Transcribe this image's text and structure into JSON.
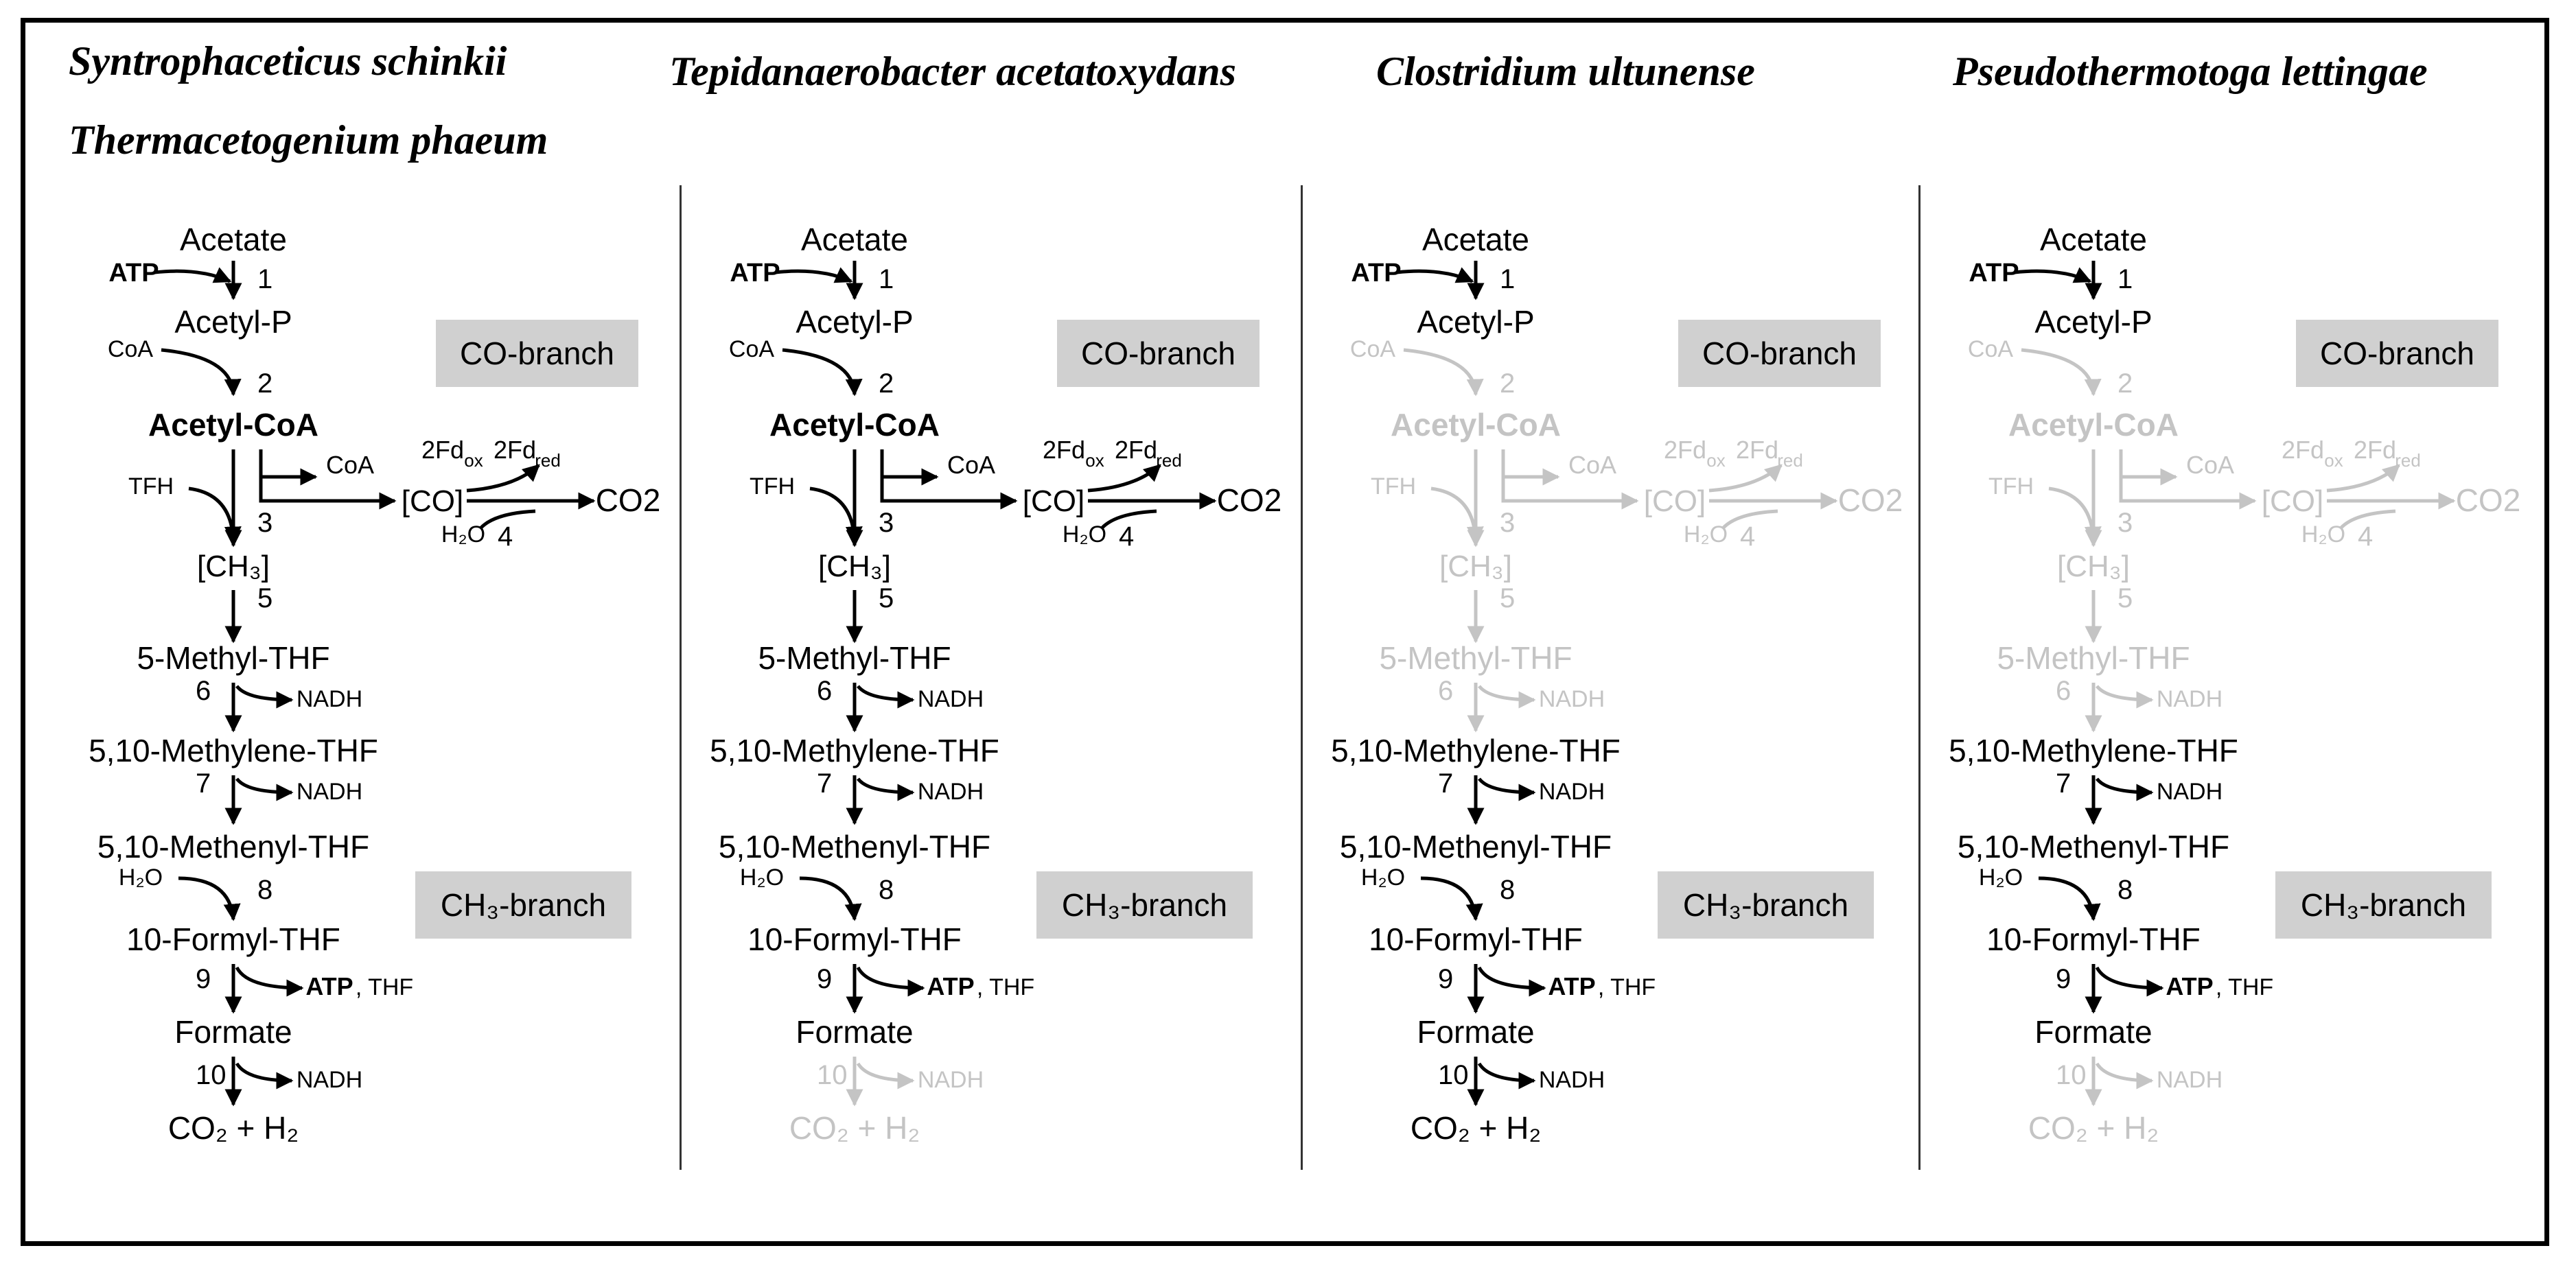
{
  "colors": {
    "active": "#000000",
    "inactive": "#c4c4c4",
    "branch_box": "#d0d0d0"
  },
  "panels": [
    {
      "organisms": [
        "Syntrophaceticus schinkii",
        "Thermacetogenium phaeum"
      ],
      "labels": {
        "co_branch": "CO-branch",
        "ch3_branch": "CH₃-branch"
      },
      "active_steps": [
        1,
        2,
        3,
        4,
        5,
        6,
        7,
        8,
        9,
        10
      ]
    },
    {
      "organisms": [
        "Tepidanaerobacter acetatoxydans"
      ],
      "labels": {
        "co_branch": "CO-branch",
        "ch3_branch": "CH₃-branch"
      },
      "active_steps": [
        1,
        2,
        3,
        4,
        5,
        6,
        7,
        8,
        9
      ]
    },
    {
      "organisms": [
        "Clostridium ultunense"
      ],
      "labels": {
        "co_branch": "CO-branch",
        "ch3_branch": "CH₃-branch"
      },
      "active_steps": [
        1,
        7,
        8,
        9,
        10
      ]
    },
    {
      "organisms": [
        "Pseudothermotoga lettingae"
      ],
      "labels": {
        "co_branch": "CO-branch",
        "ch3_branch": "CH₃-branch"
      },
      "active_steps": [
        1,
        7,
        8,
        9
      ]
    }
  ],
  "pathway": {
    "acetate": "Acetate",
    "atp": "ATP",
    "acetyl_p": "Acetyl-P",
    "coa": "CoA",
    "acetyl_coa": "Acetyl-CoA",
    "coa_out": "CoA",
    "co": "[CO]",
    "fd_ox": "2Fd",
    "fd_ox_sub": "ox",
    "fd_red": "2Fd",
    "fd_red_sub": "red",
    "h2o_4": "H₂O",
    "co2": "CO2",
    "tfh": "TFH",
    "ch3": "[CH₃]",
    "methyl_thf": "5-Methyl-THF",
    "methylene_thf": "5,10-Methylene-THF",
    "methenyl_thf": "5,10-Methenyl-THF",
    "h2o_8": "H₂O",
    "formyl_thf": "10-Formyl-THF",
    "atp_thf": "ATP",
    "thf": ", THF",
    "formate": "Formate",
    "nadh": "NADH",
    "co2_h2": "CO₂ + H₂"
  }
}
